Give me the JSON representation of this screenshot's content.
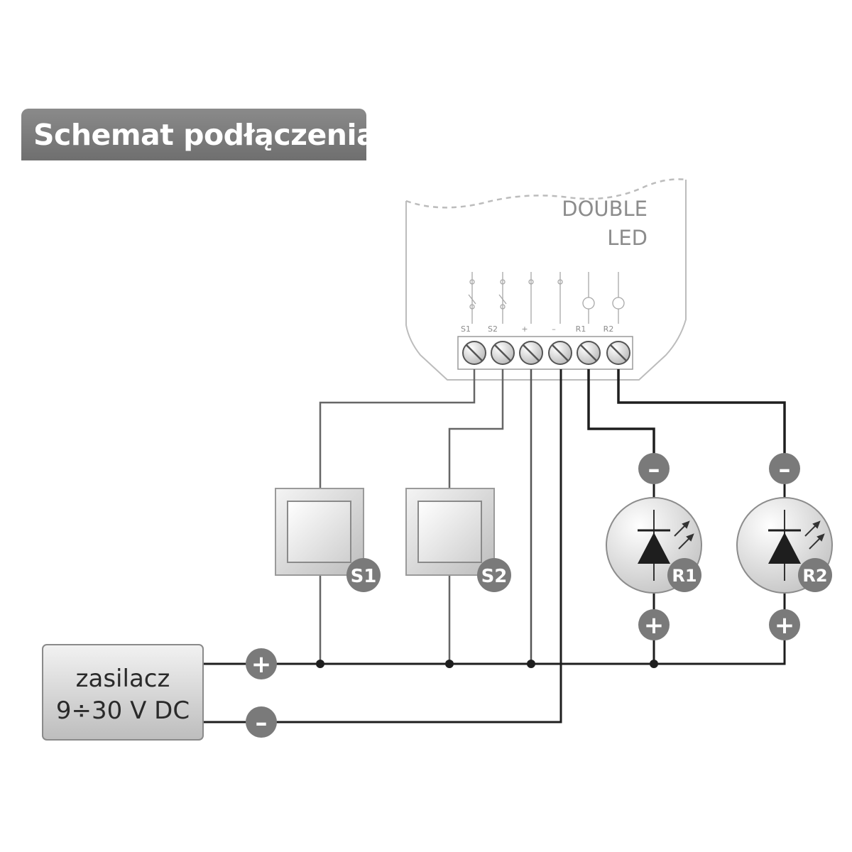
{
  "title": "Schemat podłączenia",
  "module": {
    "name_line1": "DOUBLE",
    "name_line2": "LED",
    "terminals": [
      {
        "label": "S1"
      },
      {
        "label": "S2"
      },
      {
        "label": "+"
      },
      {
        "label": "–"
      },
      {
        "label": "R1"
      },
      {
        "label": "R2"
      }
    ]
  },
  "switches": [
    {
      "label": "S1"
    },
    {
      "label": "S2"
    }
  ],
  "leds": [
    {
      "label": "R1",
      "top_sign": "–",
      "bottom_sign": "+"
    },
    {
      "label": "R2",
      "top_sign": "–",
      "bottom_sign": "+"
    }
  ],
  "power_supply": {
    "line1": "zasilacz",
    "line2": "9÷30 V DC",
    "plus_sign": "+",
    "minus_sign": "–"
  },
  "colors": {
    "wire_dark": "#1e1e1e",
    "wire_light": "#666666",
    "badge": "#7a7a7a",
    "title_bg": "#7d7d7d"
  }
}
